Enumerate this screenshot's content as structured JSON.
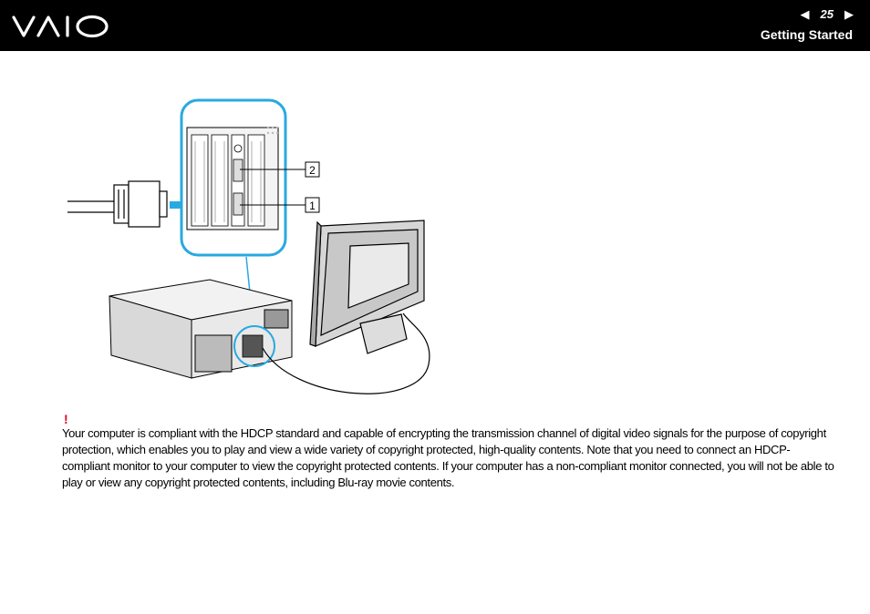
{
  "header": {
    "logo_text": "VAIO",
    "page_number": "25",
    "prev_icon": "left-triangle-icon",
    "next_icon": "right-triangle-icon",
    "section_title": "Getting Started"
  },
  "figure": {
    "callouts": [
      "2",
      "1"
    ]
  },
  "note": {
    "mark": "!",
    "text": "Your computer is compliant with the HDCP standard and capable of encrypting the transmission channel of digital video signals for the purpose of copyright protection, which enables you to play and view a wide variety of copyright protected, high-quality contents. Note that you need to connect an HDCP-compliant monitor to your computer to view the copyright protected contents. If your computer has a non-compliant monitor connected, you will not be able to play or view any copyright protected contents, including Blu-ray movie contents."
  },
  "colors": {
    "header_bg": "#000000",
    "callout_circle": "#29a9e0",
    "warning": "#e8001c"
  }
}
